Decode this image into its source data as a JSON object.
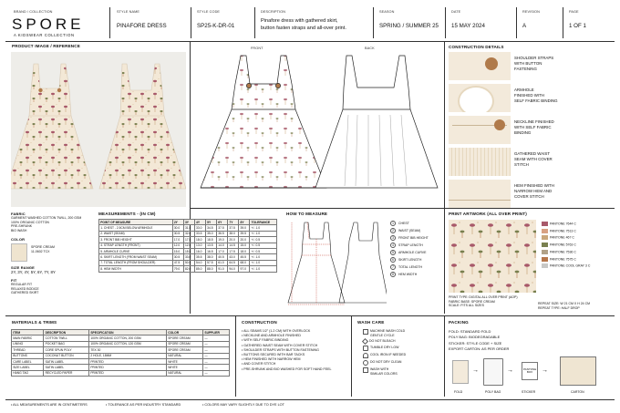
{
  "header": {
    "brand_label": "BRAND / COLLECTION",
    "brand_name": "SPORE",
    "brand_tagline": "A KIDSWEAR COLLECTION",
    "style_name_label": "STYLE NAME",
    "style_name": "PINAFORE DRESS",
    "style_code_label": "STYLE CODE",
    "style_code": "SP25-K-DR-01",
    "description_label": "DESCRIPTION",
    "description_1": "Pinafore dress with gathered skirt,",
    "description_2": "button fasten straps and all-over print.",
    "season_label": "SEASON",
    "season": "SPRING / SUMMER 25",
    "date_label": "DATE",
    "date": "15 MAY 2024",
    "revision_label": "REVISION",
    "revision": "A",
    "page_label": "PAGE",
    "page": "1 OF 1"
  },
  "product_image": {
    "title": "PRODUCT IMAGE / REFERENCE"
  },
  "fabric": {
    "title": "FABRIC",
    "lines": [
      "GARMENT WASHED COTTON TWILL, 200 GSM",
      "100% ORGANIC COTTON",
      "PRE-SHRUNK",
      "BIO WASH"
    ],
    "color_title": "COLOR",
    "color_name": "SPORE CREAM",
    "color_code": "11-0602 TCX",
    "size_range_title": "SIZE RANGE",
    "size_range": "2Y, 3Y, 4Y, 5Y, 6Y, 7Y, 8Y",
    "fit_title": "FIT",
    "fit_lines": [
      "REGULAR FIT",
      "RELAXED BODICE",
      "GATHERED SKIRT"
    ]
  },
  "flats": {
    "front_label": "FRONT",
    "back_label": "BACK"
  },
  "construction_details": {
    "title": "CONSTRUCTION DETAILS",
    "items": [
      {
        "l1": "SHOULDER STRAPS",
        "l2": "WITH BUTTON",
        "l3": "FASTENING"
      },
      {
        "l1": "ARMHOLE",
        "l2": "FINISHED WITH",
        "l3": "SELF FABRIC BINDING"
      },
      {
        "l1": "NECKLINE FINISHED",
        "l2": "WITH SELF FABRIC",
        "l3": "BINDING"
      },
      {
        "l1": "GATHERED WAIST",
        "l2": "SEAM WITH COVER",
        "l3": "STITCH"
      },
      {
        "l1": "HEM FINISHED WITH",
        "l2": "NARROW HEM AND",
        "l3": "COVER STITCH"
      }
    ]
  },
  "measurements": {
    "title": "MEASUREMENTS - (IN CM)",
    "headers": [
      "POINT OF MEASURE",
      "2Y",
      "3Y",
      "4Y",
      "5Y",
      "6Y",
      "7Y",
      "8Y",
      "TOLERANCE"
    ],
    "rows": [
      [
        "1. CHEST - 2.5CM BELOW ARMHOLE",
        "30.0",
        "31.5",
        "33.0",
        "34.5",
        "37.5",
        "37.5",
        "39.0",
        "+/- 1.0"
      ],
      [
        "2. WAIST (SEAM)",
        "30.5",
        "32.0",
        "33.5",
        "35.0",
        "36.5",
        "38.0",
        "39.5",
        "+/- 1.0"
      ],
      [
        "3. FRONT BIB HEIGHT",
        "17.0",
        "17.5",
        "18.0",
        "18.5",
        "19.0",
        "20.0",
        "20.0",
        "+/- 0.5"
      ],
      [
        "4. STRAP LENGTH (FRONT)",
        "12.0",
        "12.5",
        "13.0",
        "13.5",
        "14.0",
        "14.5",
        "15.0",
        "+/- 0.5"
      ],
      [
        "5. ARMHOLE CURVE",
        "15.0",
        "15.5",
        "16.0",
        "16.5",
        "17.0",
        "17.5",
        "18.0",
        "+/- 0.5"
      ],
      [
        "6. SKIRT LENGTH (FROM WAIST SEAM)",
        "30.5",
        "33.0",
        "35.5",
        "38.0",
        "40.5",
        "43.0",
        "45.5",
        "+/- 1.0"
      ],
      [
        "7. TOTAL LENGTH (FROM SHOULDER)",
        "47.5",
        "50.5",
        "54.0",
        "57.5",
        "61.0",
        "64.5",
        "68.0",
        "+/- 1.0"
      ],
      [
        "8. HEM WIDTH",
        "79.0",
        "82.0",
        "85.0",
        "88.0",
        "91.0",
        "94.0",
        "97.0",
        "+/- 1.0"
      ]
    ]
  },
  "how_to_measure": {
    "title": "HOW TO MEASURE",
    "points": [
      "CHEST",
      "WAIST (SEAM)",
      "FRONT BIB HEIGHT",
      "STRAP LENGTH",
      "ARMHOLE CURVE",
      "SKIRT LENGTH",
      "TOTAL LENGTH",
      "HEM WIDTH"
    ]
  },
  "print_artwork": {
    "title": "PRINT ARTWORK (ALL OVER PRINT)",
    "pantones": [
      {
        "name": "PANTONE 7644 C",
        "color": "#a8596a"
      },
      {
        "name": "PANTONE 7513 C",
        "color": "#d8a183"
      },
      {
        "name": "PANTONE 467 C",
        "color": "#c9a77c"
      },
      {
        "name": "PANTONE 5763 C",
        "color": "#79804f"
      },
      {
        "name": "PANTONE 7536 C",
        "color": "#b1a288"
      },
      {
        "name": "PANTONE 7575 C",
        "color": "#b6764a"
      },
      {
        "name": "PANTONE COOL GRAY 3 C",
        "color": "#c8c8c6"
      }
    ],
    "print_type": "PRINT TYPE:  DIGITAL ALL OVER PRINT (AOP)",
    "fabric_base": "FABRIC BASE:  SPORE CREAM",
    "scale": "SCALE:  FITS ALL SIZES",
    "repeat_size": "REPEAT SIZE:  W 21 CM X H 24 CM",
    "repeat_type": "REPEAT TYPE:  HALF DROP"
  },
  "materials": {
    "title": "MATERIALS & TRIMS",
    "headers": [
      "ITEM",
      "DESCRIPTION",
      "SPECIFICATION",
      "COLOR",
      "SUPPLIER"
    ],
    "rows": [
      [
        "MAIN FABRIC",
        "COTTON TWILL",
        "100% ORGANIC COTTON, 200 GSM",
        "SPORE CREAM",
        "—"
      ],
      [
        "LINING",
        "POCKET BAG",
        "100% ORGANIC COTTON, 120 GSM",
        "SPORE CREAM",
        "—"
      ],
      [
        "THREAD",
        "CORE SPUN POLY",
        "TEX 30",
        "SPORE CREAM",
        "—"
      ],
      [
        "BUTTONS",
        "COCONUT BUTTON",
        "2 HOLE, 18MM",
        "NATURAL",
        "—"
      ],
      [
        "CARE LABEL",
        "SATIN LABEL",
        "PRINTED",
        "WHITE",
        "—"
      ],
      [
        "SIZE LABEL",
        "SATIN LABEL",
        "PRINTED",
        "WHITE",
        "—"
      ],
      [
        "HANG TAG",
        "RECYCLED PAPER",
        "PRINTED",
        "NATURAL",
        "—"
      ]
    ]
  },
  "construction": {
    "title": "CONSTRUCTION",
    "items": [
      "ALL SEAMS 1/2\" (1.2 CM) WITH OVERLOCK",
      "NECKLINE AND ARMHOLE FINISHED",
      "WITH SELF FABRIC BINDING",
      "GATHERED WAIST SEAM WITH COVER STITCH",
      "SHOULDER STRAPS WITH BUTTON FASTENING",
      "BUTTONS SECURED WITH BAR TACKS",
      "HEM FINISHED WITH NARROW HEM",
      "AND COVER STITCH",
      "PRE-SHRUNK AND BIO WASHED FOR SOFT HAND FEEL"
    ]
  },
  "wash_care": {
    "title": "WASH CARE",
    "items": [
      {
        "l1": "MACHINE WASH COLD",
        "l2": "GENTLE CYCLE"
      },
      {
        "l1": "DO NOT BLEACH",
        "l2": ""
      },
      {
        "l1": "TUMBLE DRY LOW",
        "l2": ""
      },
      {
        "l1": "COOL IRON IF NEEDED",
        "l2": ""
      },
      {
        "l1": "DO NOT DRY CLEAN",
        "l2": ""
      },
      {
        "l1": "WASH WITH",
        "l2": "SIMILAR COLORS"
      }
    ]
  },
  "packing": {
    "title": "PACKING",
    "lines": [
      "FOLD: STANDARD FOLD",
      "POLY BAG: BIODEGRADABLE",
      "STICKER: STYLE CODE + SIZE",
      "EXPORT CARTON: AS PER ORDER"
    ],
    "steps": [
      "FOLD",
      "POLY BAG",
      "STICKER",
      "CARTON"
    ],
    "sticker_text": "PANTONE BOX"
  },
  "footer": {
    "note1": "• ALL MEASUREMENTS ARE IN CENTIMETERS",
    "note2": "• TOLERANCE AS PER INDUSTRY STANDARD",
    "note3": "• COLORS MAY VARY SLIGHTLY DUE TO DYE LOT"
  },
  "colors": {
    "fabric": "#f3eadb",
    "line": "#333333"
  }
}
